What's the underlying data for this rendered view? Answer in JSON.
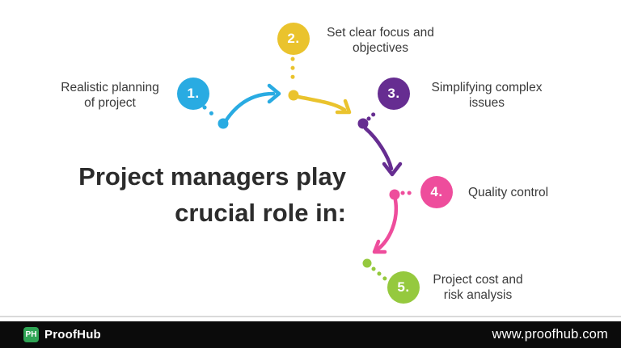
{
  "title": {
    "line1": "Project managers play",
    "line2": "crucial role in:"
  },
  "steps": [
    {
      "number": "1.",
      "label_lines": [
        "Realistic planning",
        "of project"
      ],
      "color": "#29ABE2"
    },
    {
      "number": "2.",
      "label_lines": [
        "Set clear focus and",
        "objectives"
      ],
      "color": "#EAC32D"
    },
    {
      "number": "3.",
      "label_lines": [
        "Simplifying complex",
        "issues"
      ],
      "color": "#662D91"
    },
    {
      "number": "4.",
      "label_lines": [
        "Quality control"
      ],
      "color": "#EE4D9C"
    },
    {
      "number": "5.",
      "label_lines": [
        "Project cost and",
        "risk analysis"
      ],
      "color": "#95C93E"
    }
  ],
  "footer": {
    "bar_color": "#0B0B0B",
    "logo_monogram": "PH",
    "logo_color": "#2FA455",
    "logo_text": "ProofHub",
    "url": "www.proofhub.com"
  }
}
